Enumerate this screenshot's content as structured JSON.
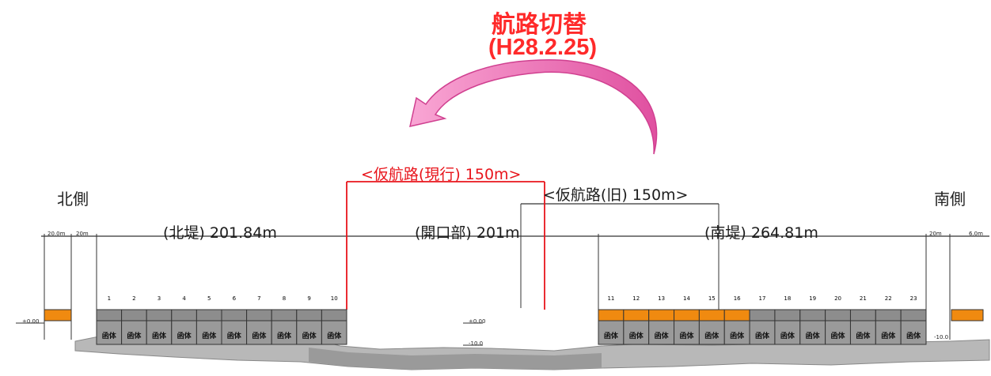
{
  "title": "航路切替",
  "date": "(H28.2.25)",
  "sides": {
    "north": "北側",
    "south": "南側"
  },
  "channels": {
    "current": "<仮航路(現行) 150m>",
    "old": "<仮航路(旧) 150m>"
  },
  "sections": {
    "north_bank": "(北堤) 201.84m",
    "opening": "(開口部) 201m",
    "south_bank": "(南堤) 264.81m"
  },
  "small_dims": [
    "20.0m",
    "20m",
    "20m",
    "6.0m"
  ],
  "north_caisson_numbers": [
    "1",
    "2",
    "3",
    "4",
    "5",
    "6",
    "7",
    "8",
    "9",
    "10"
  ],
  "south_caisson_numbers": [
    "11",
    "12",
    "13",
    "14",
    "15",
    "16",
    "17",
    "18",
    "19",
    "20",
    "21",
    "22",
    "23"
  ],
  "caisson_label": "函体",
  "level_marks": {
    "left": "±0.00",
    "mid_top": "±0.00",
    "mid_bottom": "-10.0",
    "right": "-10.0"
  },
  "colors": {
    "title": "#ff2a2a",
    "arrow": "#f070b4",
    "highlight": "#f08a10",
    "caisson": "#8d8d8d",
    "seabed": "#b8b8b8",
    "channel_line": "#e8141b"
  },
  "highlighted_south_caissons": [
    "11",
    "12",
    "13",
    "14",
    "15",
    "16"
  ]
}
